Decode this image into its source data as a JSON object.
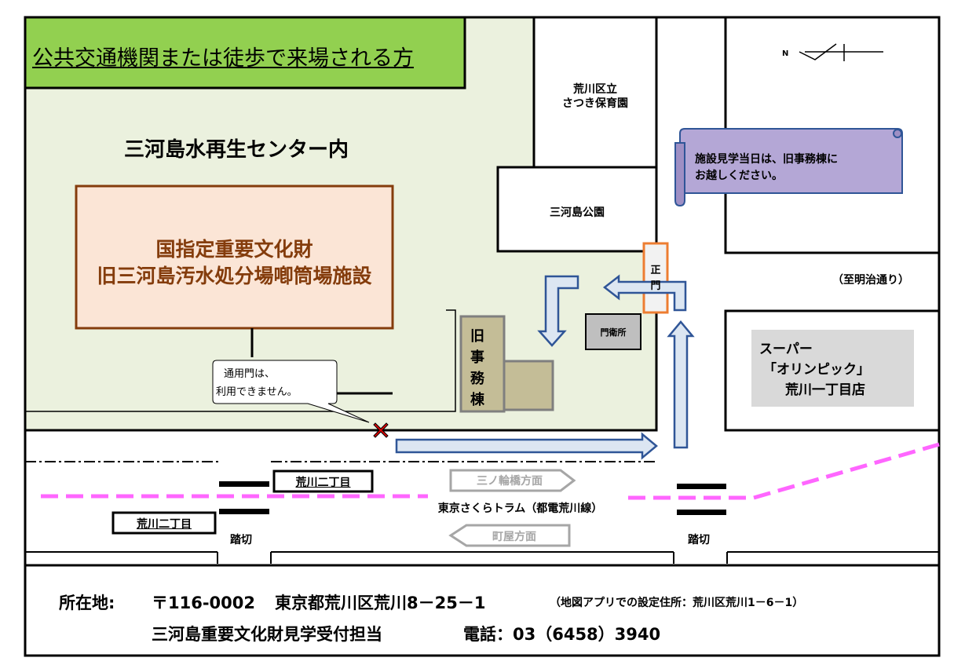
{
  "header": {
    "title": "公共交通機関または徒歩で来場される方"
  },
  "center": {
    "label": "三河島水再生センター内"
  },
  "heritage": {
    "line1": "国指定重要文化財",
    "line2": "旧三河島汚水処分場喞筒場施設"
  },
  "nursery": {
    "line1": "荒川区立",
    "line2": "さつき保育園"
  },
  "park": {
    "label": "三河島公園"
  },
  "notice": {
    "line1": "施設見学当日は、旧事務棟に",
    "line2": "お越しください。"
  },
  "gate": {
    "char1": "正",
    "char2": "門"
  },
  "guardhouse": {
    "label": "門衛所"
  },
  "old_office": {
    "chars": [
      "旧",
      "事",
      "務",
      "棟"
    ]
  },
  "service_gate": {
    "line1": "通用門は、",
    "line2": "利用できません。"
  },
  "meiji_road": {
    "label": "（至明治通り）"
  },
  "supermarket": {
    "line1": "スーパー",
    "line2": "「オリンピック」",
    "line3": "荒川一丁目店"
  },
  "tram": {
    "stop_top": "荒川二丁目",
    "stop_bottom": "荒川二丁目",
    "direction_minowabashi": "三ノ輪橋方面",
    "direction_machiya": "町屋方面",
    "line_name": "東京さくらトラム（都電荒川線）",
    "crossing_left": "踏切",
    "crossing_right": "踏切"
  },
  "address": {
    "label": "所在地:",
    "postal": "〒116-0002",
    "main": "東京都荒川区荒川8－25－1",
    "note": "（地図アプリでの設定住所：荒川区荒川1－6－1）",
    "contact": "三河島重要文化財見学受付担当",
    "phone": "電話：03（6458）3940"
  },
  "colors": {
    "compound_fill": "#ebf1de",
    "title_fill": "#92d050",
    "heritage_fill": "#fbe5d6",
    "heritage_text": "#843c0c",
    "notice_fill": "#b4a7d6",
    "arrow_fill": "#dce6f2",
    "arrow_stroke": "#2f5597",
    "tram_line": "#ff66ff",
    "gate_stroke": "#ed7d31",
    "building_fill": "#c4bd97"
  }
}
